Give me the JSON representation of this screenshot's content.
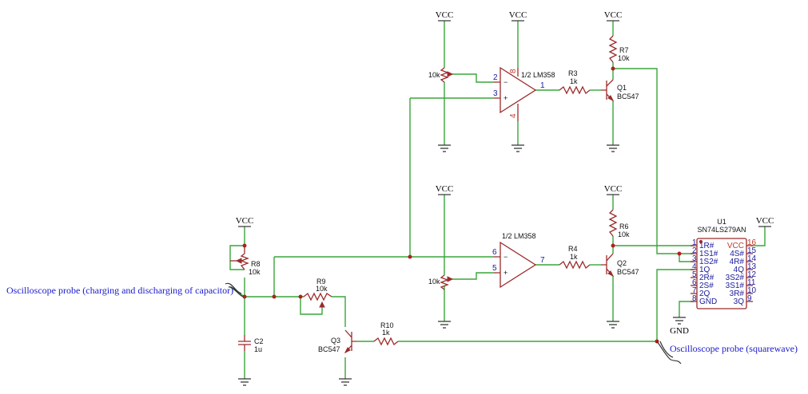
{
  "power": {
    "vcc": "VCC",
    "gnd": "GND"
  },
  "components": {
    "u1_ref": "U1",
    "u1_part": "SN74LS279AN",
    "opamp_top_label": "1/2 LM358",
    "opamp_bottom_label": "1/2 LM358",
    "r3_ref": "R3",
    "r3_val": "1k",
    "r4_ref": "R4",
    "r4_val": "1k",
    "r6_ref": "R6",
    "r6_val": "10k",
    "r7_ref": "R7",
    "r7_val": "10k",
    "r8_ref": "R8",
    "r8_val": "10k",
    "r9_ref": "R9",
    "r9_val": "10k",
    "r10_ref": "R10",
    "r10_val": "1k",
    "pot_top_val": "10k",
    "pot_bottom_val": "10k",
    "q1_ref": "Q1",
    "q1_part": "BC547",
    "q2_ref": "Q2",
    "q2_part": "BC547",
    "q3_ref": "Q3",
    "q3_part": "BC547",
    "c2_ref": "C2",
    "c2_val": "1u"
  },
  "opamp_pins": {
    "top_inv": "2",
    "top_noninv": "3",
    "top_out": "1",
    "top_vplus": "8",
    "top_vminus": "4",
    "bot_inv": "6",
    "bot_noninv": "5",
    "bot_out": "7"
  },
  "ic_pins": {
    "left_labels": [
      "1R#",
      "1S1#",
      "1S2#",
      "1Q",
      "2R#",
      "2S#",
      "2Q",
      "GND"
    ],
    "left_nums": [
      "1",
      "2",
      "3",
      "4",
      "5",
      "6",
      "7",
      "8"
    ],
    "right_labels": [
      "VCC",
      "4S#",
      "4R#",
      "4Q",
      "3S2#",
      "3S1#",
      "3R#",
      "3Q"
    ],
    "right_nums": [
      "16",
      "15",
      "14",
      "13",
      "12",
      "11",
      "10",
      "9"
    ]
  },
  "notes": {
    "probe_cap": "Oscilloscope probe (charging and discharging of capacitor)",
    "probe_square": "Oscilloscope probe (squarewave)"
  }
}
